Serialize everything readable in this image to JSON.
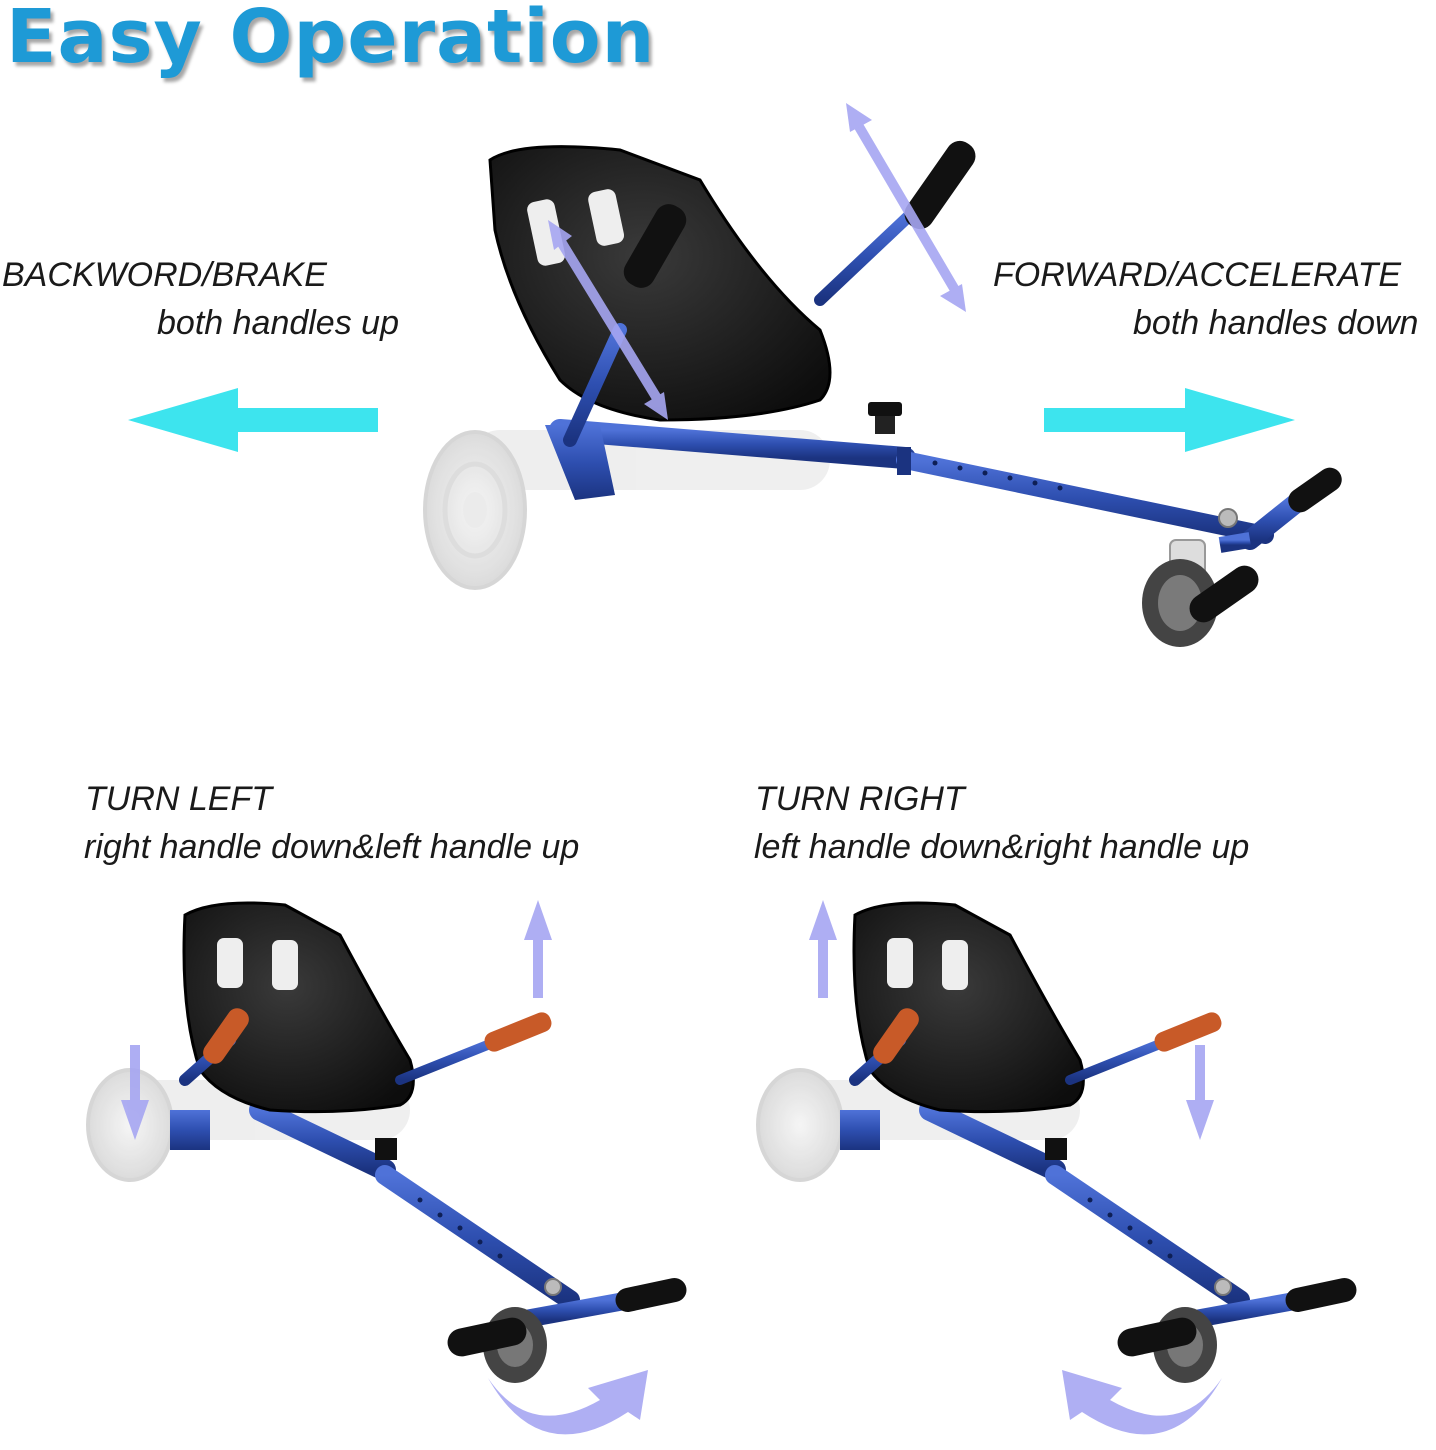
{
  "title": "Easy Operation",
  "colors": {
    "title": "#1e9ad6",
    "frame": "#2e4fb0",
    "seat": "#111111",
    "arrow_cyan": "#3de4ee",
    "arrow_lilac": "#9f9ff0",
    "grip_orange": "#c85a28"
  },
  "panels": {
    "brake": {
      "title": "BACKWORD/BRAKE",
      "hint": "both handles up"
    },
    "accelerate": {
      "title": "FORWARD/ACCELERATE",
      "hint": "both handles down"
    },
    "turn_left": {
      "title": "TURN LEFT",
      "hint": "right handle down&left handle up"
    },
    "turn_right": {
      "title": "TURN RIGHT",
      "hint": "left handle down&right handle up"
    }
  }
}
